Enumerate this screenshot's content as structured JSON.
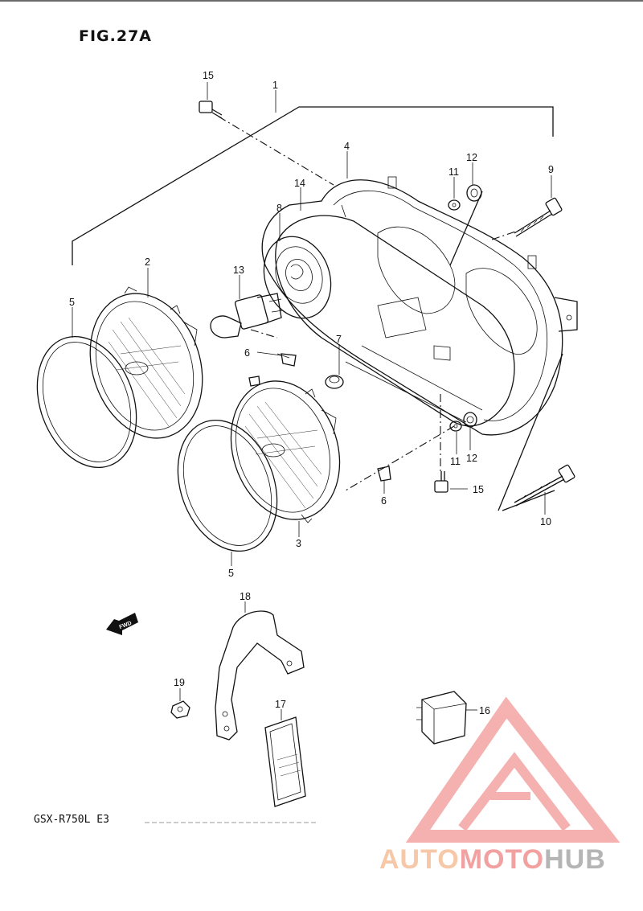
{
  "figure_title": "FIG.27A",
  "model_code": "GSX-R750L  E3",
  "fwd_label": "FWD",
  "brand": {
    "part1": "AUTO",
    "part2": "MOTO",
    "part3": "HUB",
    "colors": {
      "auto": "#f6c8a8",
      "moto": "#f2a0a0",
      "hub": "#b5b5b5",
      "logo": "#f4a3a3"
    }
  },
  "callouts": {
    "c1": "1",
    "c2": "2",
    "c3": "3",
    "c4": "4",
    "c5a": "5",
    "c5b": "5",
    "c6a": "6",
    "c6b": "6",
    "c7": "7",
    "c8": "8",
    "c9": "9",
    "c10": "10",
    "c11a": "11",
    "c11b": "11",
    "c12a": "12",
    "c12b": "12",
    "c13": "13",
    "c14": "14",
    "c15a": "15",
    "c15b": "15",
    "c16": "16",
    "c17": "17",
    "c18": "18",
    "c19": "19"
  }
}
